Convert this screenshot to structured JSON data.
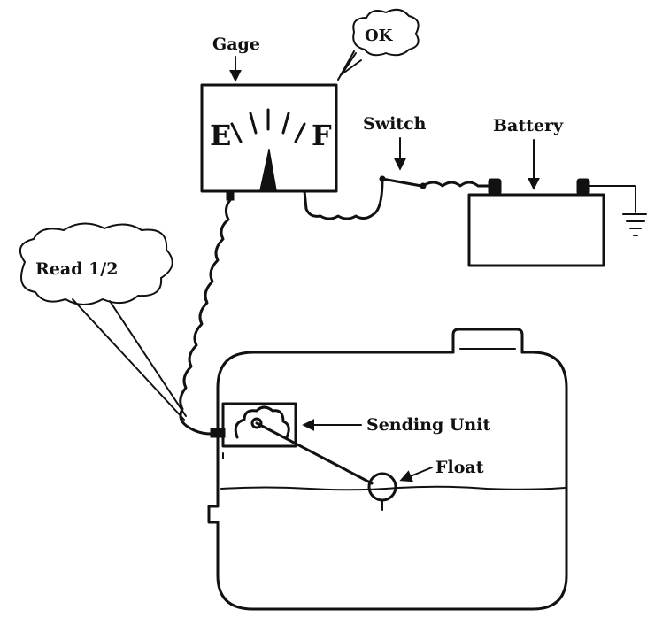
{
  "labels": {
    "gage": "Gage",
    "ok": "OK",
    "switch": "Switch",
    "battery": "Battery",
    "read": "Read 1/2",
    "sending_unit": "Sending Unit",
    "float": "Float"
  },
  "gauge": {
    "empty_letter": "E",
    "full_letter": "F",
    "reading_fraction": 0.5
  },
  "icons": {
    "ground": "ground-symbol-icon",
    "arrow": "arrow-icon"
  },
  "colors": {
    "ink": "#111111",
    "paper": "#ffffff"
  }
}
